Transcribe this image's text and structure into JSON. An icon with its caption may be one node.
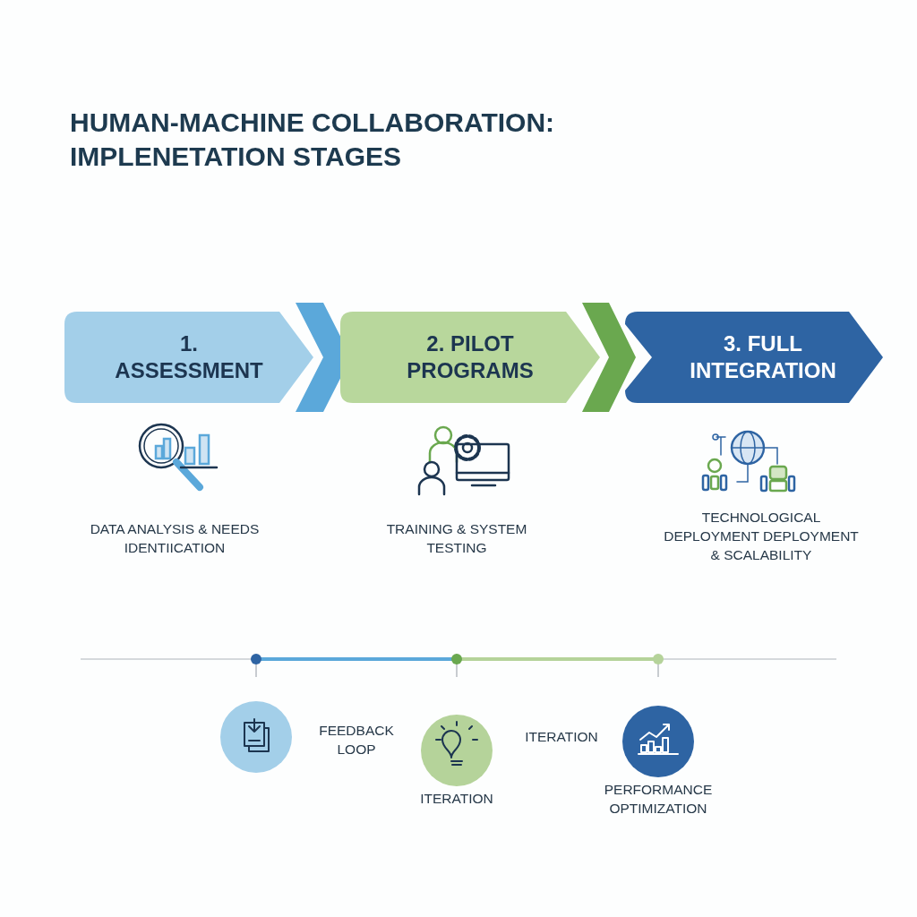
{
  "diagram": {
    "title": "HUMAN-MACHINE COLLABORATION: IMPLENETATION STAGES",
    "nodes": [
      {
        "text": [
          "1. ASSESSMENT"
        ]
      },
      {
        "text": [
          "2. PILOT PROGRAMS"
        ]
      },
      {
        "text": [
          "3. FULL INTEGRATION"
        ]
      },
      {
        "text": [],
        "shape": "circle",
        "beside": [
          "FEEDBACK LOOP"
        ]
      },
      {
        "text": [],
        "shape": "circle",
        "beside": [
          "ITERATION"
        ]
      },
      {
        "text": [],
        "shape": "circle",
        "beside": [
          "PERFORMANCE OPTIMIZATION"
        ]
      }
    ],
    "edges": [
      {
        "from": 0,
        "to": 1,
        "arrow": "to",
        "color": "#5ba8da"
      },
      {
        "from": 1,
        "to": 2,
        "arrow": "to",
        "color": "#6aa84f"
      }
    ],
    "labels": [
      "DATA ANALYSIS & NEEDS IDENTIICATION",
      "TRAINING & SYSTEM TESTING",
      "TECHNOLOGICAL DEPLOYMENT DEPLOYMENT & SCALABILITY",
      "ITERATION"
    ]
  }
}
